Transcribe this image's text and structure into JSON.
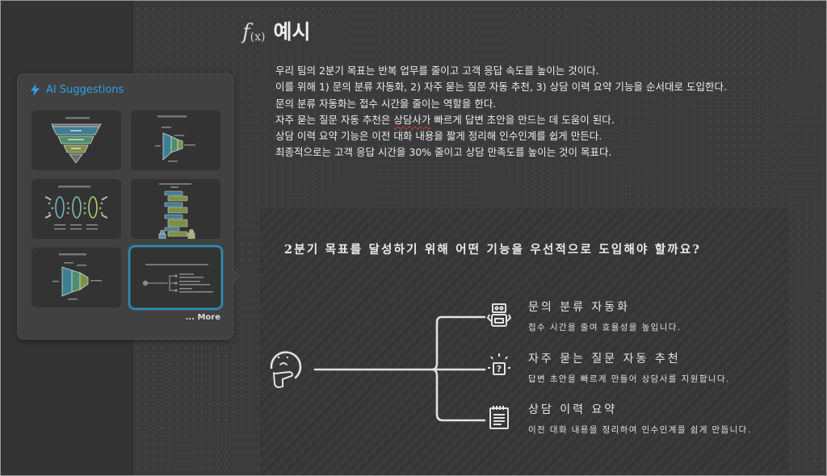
{
  "document": {
    "title_icon": "function-fx-icon",
    "title_prefix": "f",
    "title_prefix_sub": "(x)",
    "title": "예시",
    "paragraphs": [
      "우리 팀의 2분기 목표는 반복 업무를 줄이고 고객 응답 속도를 높이는 것이다.",
      "이를 위해 1) 문의 분류 자동화, 2) 자주 묻는 질문 자동 추천, 3) 상담 이력 요약 기능을 순서대로 도입한다.",
      "문의 분류 자동화는 접수 시간을 줄이는 역할을 한다.",
      "자주 묻는 질문 자동 추천은 ",
      "상담 이력 요약 기능은 이전 대화 내용을 짧게 정리해 인수인계를 쉽게 만든다.",
      "최종적으로는 고객 응답 시간을 30% 줄이고 상담 만족도를 높이는 것이 목표다."
    ],
    "para4_misspelled": "상담사가",
    "para4_rest": " 빠르게 답변 초안을 만드는 데 도움이 된다."
  },
  "diagram": {
    "question": "2분기 목표를 달성하기 위해 어떤 기능을 우선적으로 도입해야 할까요?",
    "root_icon": "thinking-face-icon",
    "items": [
      {
        "icon": "robot-icon",
        "title": "문의 분류 자동화",
        "desc": "접수 시간을 줄여 효율성을 높입니다."
      },
      {
        "icon": "question-lightbulb-icon",
        "title": "자주 묻는 질문 자동 추천",
        "desc": "답변 초안을 빠르게 만들어 상담사를 지원합니다."
      },
      {
        "icon": "notepad-icon",
        "title": "상담 이력 요약",
        "desc": "이전 대화 내용을 정리하여 인수인계를 쉽게 만듭니다."
      }
    ]
  },
  "ai_suggestions": {
    "title": "AI Suggestions",
    "icon": "lightning-bolt-icon",
    "accent": "#2da3e6",
    "thumbnails": [
      {
        "name": "inverted-pyramid-funnel",
        "selected": false
      },
      {
        "name": "horizontal-funnel-labels",
        "selected": false
      },
      {
        "name": "cycle-rings-flow",
        "selected": false
      },
      {
        "name": "chat-conversation-stack",
        "selected": false
      },
      {
        "name": "horizontal-funnel-3-stage",
        "selected": false
      },
      {
        "name": "bracket-tree-3-branches",
        "selected": true
      }
    ],
    "more_label": "... More"
  },
  "colors": {
    "background": "#3b3b3b",
    "sidebar": "#333333",
    "popover": "#414141",
    "selection": "#2a8fb8",
    "spellcheck": "#d23a3a"
  }
}
